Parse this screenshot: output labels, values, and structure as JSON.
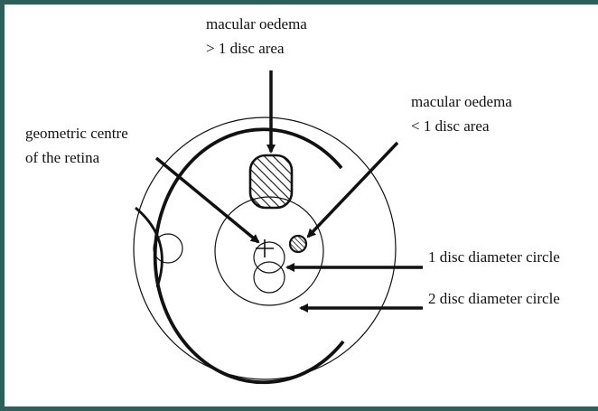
{
  "labels": {
    "oedema_large_line1": "macular oedema",
    "oedema_large_line2": "> 1 disc area",
    "oedema_small_line1": "macular oedema",
    "oedema_small_line2": "< 1 disc area",
    "centre_line1": "geometric centre",
    "centre_line2": "of the retina",
    "disc1": "1 disc diameter circle",
    "disc2": "2 disc diameter circle"
  },
  "colors": {
    "frame": "#2f5f5a",
    "ink": "#111111"
  }
}
